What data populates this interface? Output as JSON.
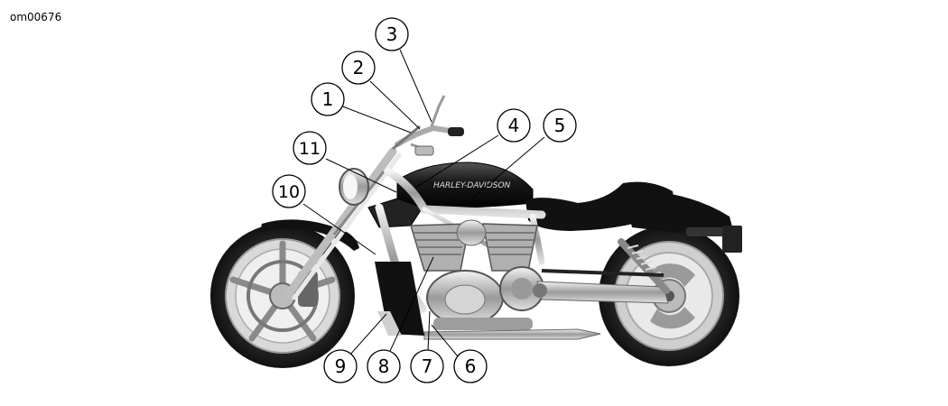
{
  "figure": {
    "id": "om00676"
  },
  "callouts": [
    {
      "number": "1"
    },
    {
      "number": "2"
    },
    {
      "number": "3"
    },
    {
      "number": "4"
    },
    {
      "number": "5"
    },
    {
      "number": "6"
    },
    {
      "number": "7"
    },
    {
      "number": "8"
    },
    {
      "number": "9"
    },
    {
      "number": "10"
    },
    {
      "number": "11"
    }
  ],
  "tank_logo": "HARLEY-DAVIDSON"
}
